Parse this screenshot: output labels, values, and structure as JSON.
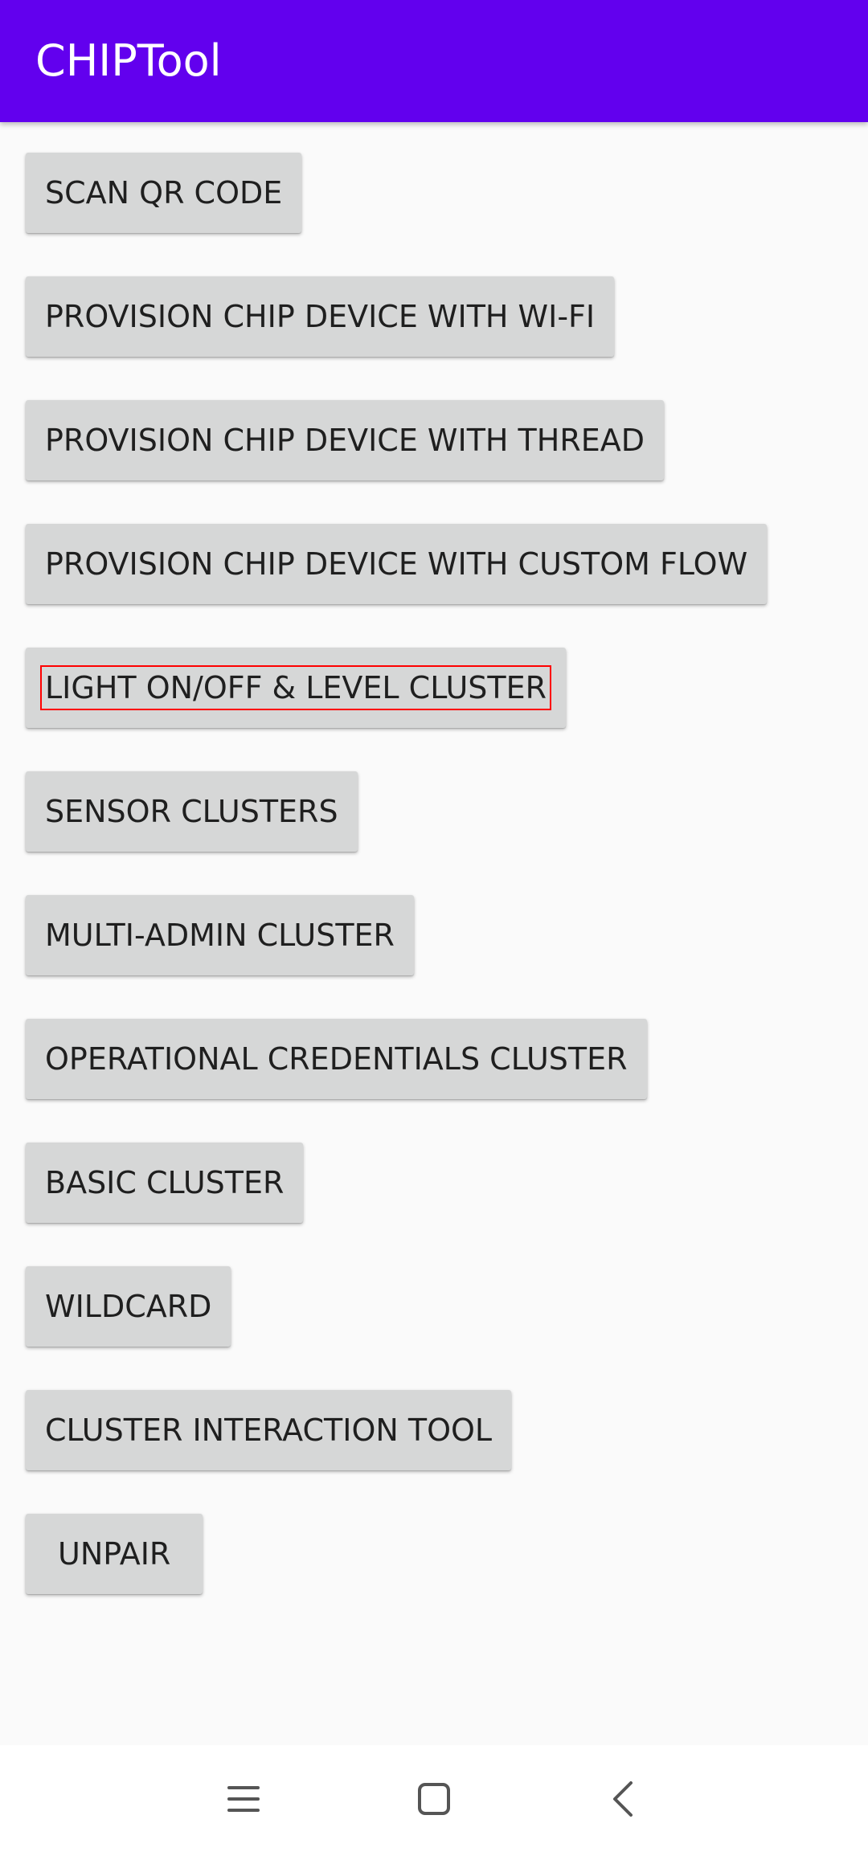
{
  "app_bar": {
    "title": "CHIPTool",
    "background_color": "#6200ee"
  },
  "buttons": [
    {
      "label": "SCAN QR CODE"
    },
    {
      "label": "PROVISION CHIP DEVICE WITH WI-FI"
    },
    {
      "label": "PROVISION CHIP DEVICE WITH THREAD"
    },
    {
      "label": "PROVISION CHIP DEVICE WITH CUSTOM FLOW"
    },
    {
      "label": "LIGHT ON/OFF & LEVEL CLUSTER"
    },
    {
      "label": "SENSOR CLUSTERS"
    },
    {
      "label": "MULTI-ADMIN CLUSTER"
    },
    {
      "label": "OPERATIONAL CREDENTIALS CLUSTER"
    },
    {
      "label": "BASIC CLUSTER"
    },
    {
      "label": "WILDCARD"
    },
    {
      "label": "CLUSTER INTERACTION TOOL"
    },
    {
      "label": "UNPAIR"
    }
  ],
  "nav_bar": {
    "icons": [
      "menu-icon",
      "home-icon",
      "back-icon"
    ]
  }
}
